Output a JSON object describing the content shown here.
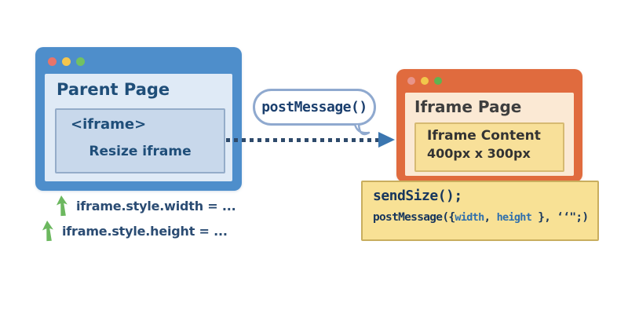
{
  "parent_window": {
    "title": "Parent Page",
    "iframe_tag": "<iframe>",
    "iframe_label": "Resize iframe"
  },
  "message_bubble": {
    "label": "postMessage()"
  },
  "iframe_window": {
    "title": "Iframe Page",
    "content_title": "Iframe Content",
    "content_size": "400px x 300px"
  },
  "code_box": {
    "line1": "sendSize();",
    "line2": {
      "prefix": "postMessage({",
      "arg1": "width",
      "separator": ", ",
      "arg2": "height",
      "close": " }, ",
      "quotes": "‘‘\"",
      "end": ";)"
    }
  },
  "parent_code_lines": [
    {
      "text": "iframe.style.width = ..."
    },
    {
      "text": "iframe.style.height = ..."
    }
  ],
  "colors": {
    "parent_accent": "#4e8ecb",
    "parent_body": "#dfeaf6",
    "iframe_box_fill": "#c8d8eb",
    "navy_text": "#1f4e79",
    "bubble_border": "#8fa9cf",
    "dotted_line": "#2e4a6b",
    "arrow_head": "#3b76b0",
    "iframe_accent": "#e06b3e",
    "iframe_body": "#fbe9d4",
    "content_box_fill": "#f8e099",
    "code_box_fill": "#f8e195",
    "code_arg_blue": "#2e6fad",
    "green_arrow": "#6cb85f"
  }
}
